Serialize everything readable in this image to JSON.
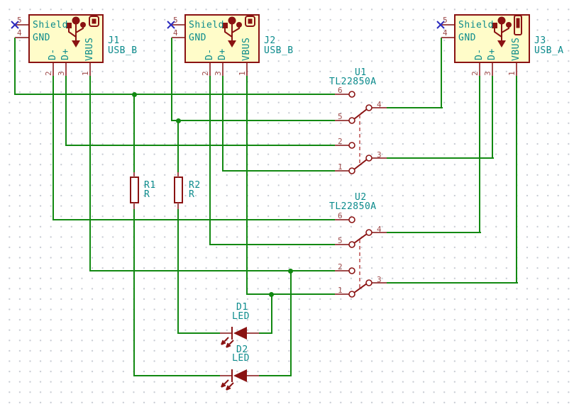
{
  "colors": {
    "wire": "#128912",
    "symbol": "#8A1212",
    "symbol_fill": "#FFFCC9",
    "label": "#0B8B8C",
    "pin_number": "#A04B4B",
    "no_connect": "#2B2BBE",
    "grid_dot": "#C7CBD3"
  },
  "connectors": [
    {
      "ref": "J1",
      "value": "USB_B",
      "pins": {
        "shield": {
          "number": "5",
          "name": "Shield"
        },
        "gnd": {
          "number": "4",
          "name": "GND"
        },
        "dminus": {
          "number": "2",
          "name": "D-"
        },
        "dplus": {
          "number": "3",
          "name": "D+"
        },
        "vbus": {
          "number": "1",
          "name": "VBUS"
        }
      }
    },
    {
      "ref": "J2",
      "value": "USB_B",
      "pins": {
        "shield": {
          "number": "5",
          "name": "Shield"
        },
        "gnd": {
          "number": "4",
          "name": "GND"
        },
        "dminus": {
          "number": "2",
          "name": "D-"
        },
        "dplus": {
          "number": "3",
          "name": "D+"
        },
        "vbus": {
          "number": "1",
          "name": "VBUS"
        }
      }
    },
    {
      "ref": "J3",
      "value": "USB_A",
      "pins": {
        "shield": {
          "number": "5",
          "name": "Shield"
        },
        "gnd": {
          "number": "4",
          "name": "GND"
        },
        "dminus": {
          "number": "2",
          "name": "D-"
        },
        "dplus": {
          "number": "3",
          "name": "D+"
        },
        "vbus": {
          "number": "1",
          "name": "VBUS"
        }
      }
    }
  ],
  "switches": [
    {
      "ref": "U1",
      "value": "TL22850A",
      "pins": {
        "p6": "6",
        "p5": "5",
        "p4": "4",
        "p3": "3",
        "p2": "2",
        "p1": "1"
      }
    },
    {
      "ref": "U2",
      "value": "TL22850A",
      "pins": {
        "p6": "6",
        "p5": "5",
        "p4": "4",
        "p3": "3",
        "p2": "2",
        "p1": "1"
      }
    }
  ],
  "resistors": [
    {
      "ref": "R1",
      "value": "R"
    },
    {
      "ref": "R2",
      "value": "R"
    }
  ],
  "leds": [
    {
      "ref": "D1",
      "value": "LED"
    },
    {
      "ref": "D2",
      "value": "LED"
    }
  ]
}
